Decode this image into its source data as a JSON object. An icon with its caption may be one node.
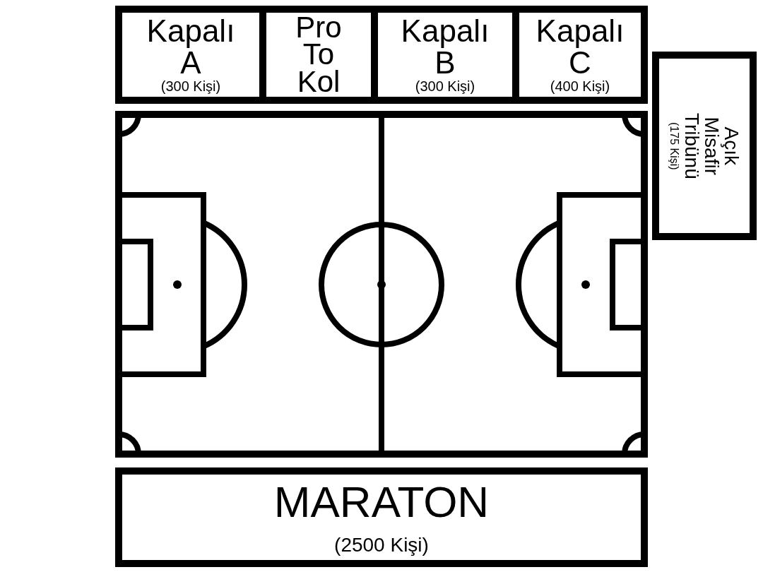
{
  "diagram": {
    "nodes": [
      {
        "text": [
          "Kapalı A",
          "(300 Kişi)"
        ]
      },
      {
        "text": [
          "Pro To Kol"
        ]
      },
      {
        "text": [
          "Kapalı B",
          "(300 Kişi)"
        ]
      },
      {
        "text": [
          "Kapalı C",
          "(400 Kişi)"
        ]
      },
      {
        "text": [
          "Açık Misafir Tribünü",
          "(175 Kişi)"
        ]
      },
      {
        "text": [
          "MARATON",
          "(2500 Kişi)"
        ]
      }
    ]
  }
}
